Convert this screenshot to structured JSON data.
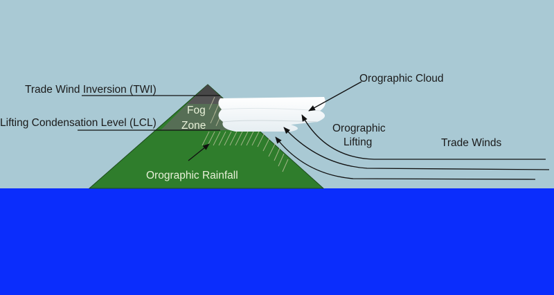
{
  "labels": {
    "twi": "Trade Wind Inversion (TWI)",
    "lcl": "Lifting Condensation Level (LCL)",
    "fog_line1": "Fog",
    "fog_line2": "Zone",
    "orographic_cloud": "Orographic Cloud",
    "orographic_lifting_line1": "Orographic",
    "orographic_lifting_line2": "Lifting",
    "trade_winds": "Trade Winds",
    "orographic_rainfall": "Orographic Rainfall"
  },
  "colors": {
    "sky": "#a9c9d4",
    "ocean": "#0b2dfc",
    "mountain_green": "#2f7d2c",
    "mountain_top": "#4a4a4a",
    "cloud": "#ffffff",
    "line": "#111111"
  }
}
